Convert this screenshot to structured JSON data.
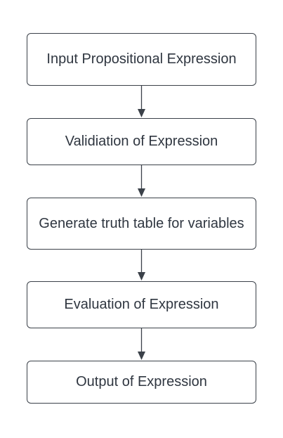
{
  "flowchart": {
    "steps": [
      {
        "label": "Input Propositional Expression"
      },
      {
        "label": "Validiation of Expression"
      },
      {
        "label": "Generate truth table for variables"
      },
      {
        "label": "Evaluation of Expression"
      },
      {
        "label": "Output of Expression"
      }
    ],
    "colors": {
      "stroke": "#3b4149",
      "text": "#2f3640",
      "background": "#ffffff"
    }
  }
}
